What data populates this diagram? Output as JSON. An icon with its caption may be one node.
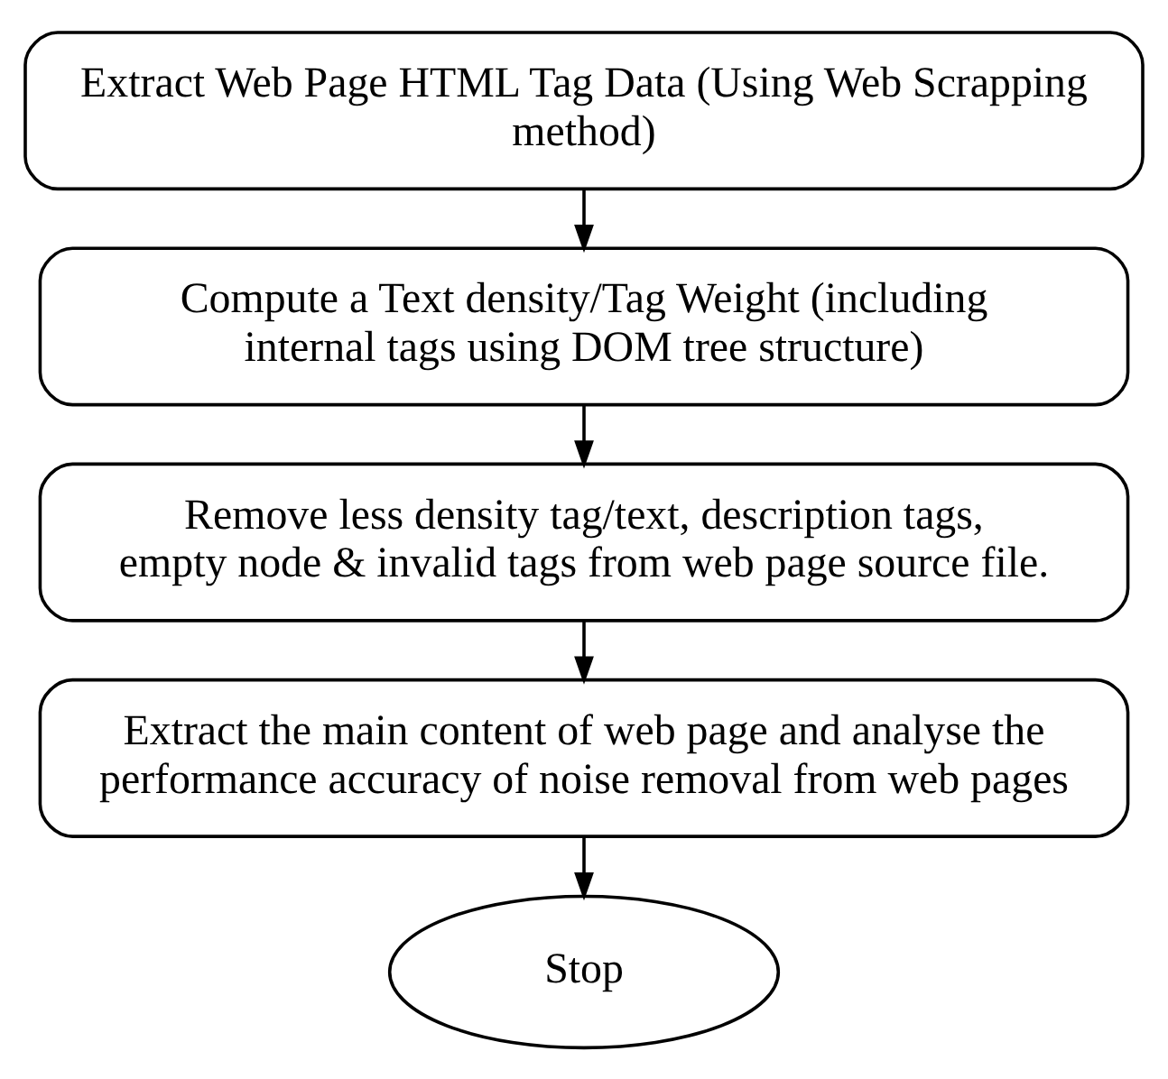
{
  "diagram": {
    "nodes": [
      {
        "text": [
          "Extract Web Page HTML Tag Data (Using Web Scrapping method)"
        ]
      },
      {
        "text": [
          "Compute a Text density/Tag Weight (including internal tags using DOM tree structure)"
        ]
      },
      {
        "text": [
          "Remove less density tag/text, description tags, empty node & invalid tags from web page source file."
        ]
      },
      {
        "text": [
          "Extract the main content of web page and analyse the performance accuracy of noise removal from web pages"
        ]
      },
      {
        "text": [
          "Stop"
        ]
      }
    ],
    "edges": [
      {
        "from": 0,
        "to": 1,
        "arrow": "to"
      },
      {
        "from": 1,
        "to": 2,
        "arrow": "to"
      },
      {
        "from": 2,
        "to": 3,
        "arrow": "to"
      },
      {
        "from": 3,
        "to": 4,
        "arrow": "to"
      }
    ]
  }
}
